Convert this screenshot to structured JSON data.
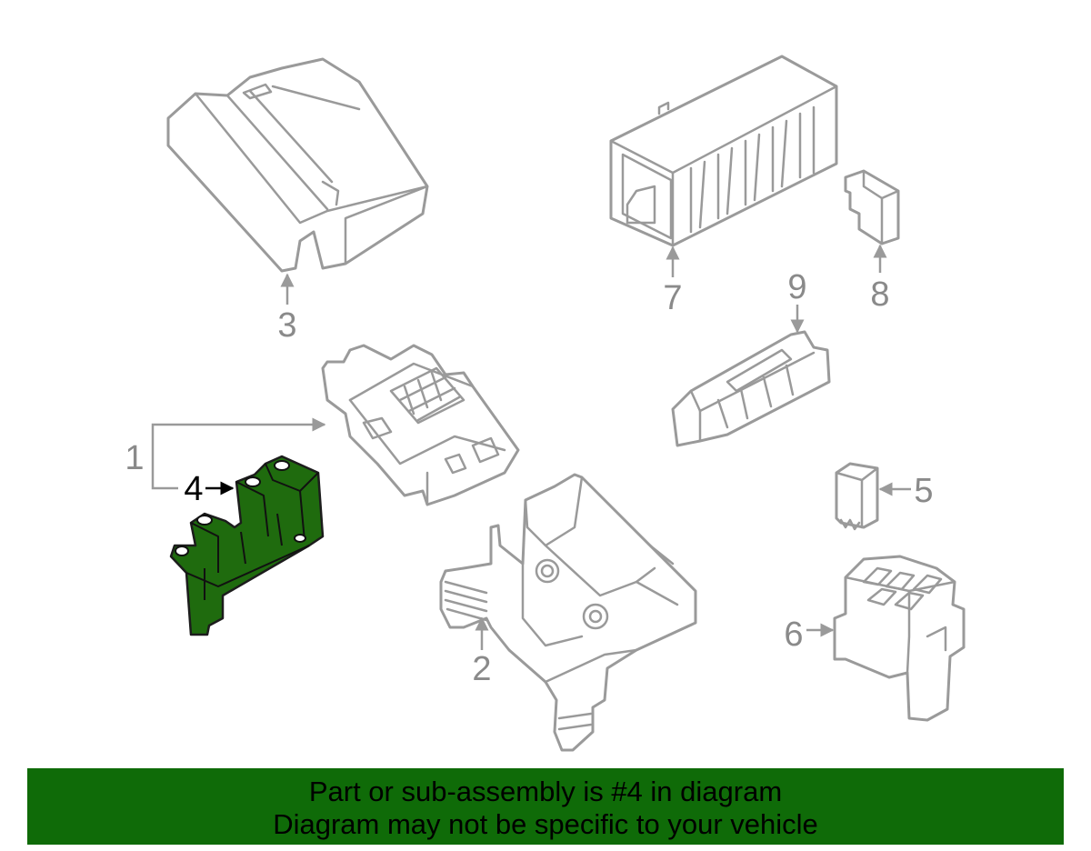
{
  "callouts": {
    "c1": "1",
    "c2": "2",
    "c3": "3",
    "c4": "4",
    "c5": "5",
    "c6": "6",
    "c7": "7",
    "c8": "8",
    "c9": "9"
  },
  "highlighted_callout": "4",
  "colors": {
    "highlight_fill": "#1f6b0e",
    "banner_background": "#0f6b08",
    "line_gray": "#9a9a9a"
  },
  "banner": {
    "line1": "Part or sub-assembly is #4 in diagram",
    "line2": "Diagram may not be specific to your vehicle"
  }
}
